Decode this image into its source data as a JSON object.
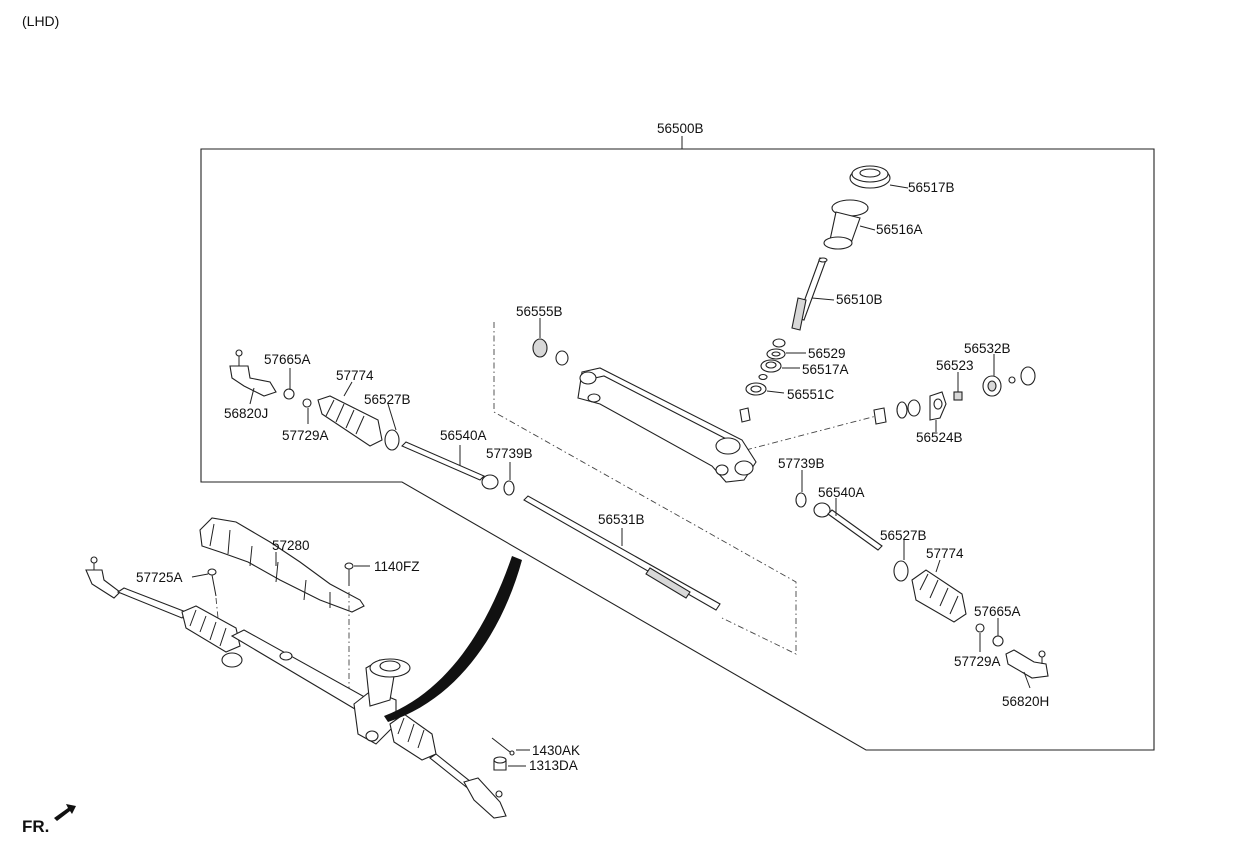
{
  "header": {
    "note": "(LHD)"
  },
  "footer": {
    "direction": "FR."
  },
  "labels": {
    "l56500B": "56500B",
    "l56517B": "56517B",
    "l56516A": "56516A",
    "l56510B": "56510B",
    "l56555B": "56555B",
    "l56529": "56529",
    "l56517A": "56517A",
    "l56551C": "56551C",
    "l56532B": "56532B",
    "l56523": "56523",
    "l56524B": "56524B",
    "l57665A_left": "57665A",
    "l57774_left": "57774",
    "l56527B_left": "56527B",
    "l56820J": "56820J",
    "l57729A_left": "57729A",
    "l56540A_left": "56540A",
    "l57739B_left": "57739B",
    "l56531B": "56531B",
    "l57739B_right": "57739B",
    "l56540A_right": "56540A",
    "l56527B_right": "56527B",
    "l57774_right": "57774",
    "l57665A_right": "57665A",
    "l57729A_right": "57729A",
    "l56820H": "56820H",
    "l57280": "57280",
    "l57725A": "57725A",
    "l1140FZ": "1140FZ",
    "l1430AK": "1430AK",
    "l1313DA": "1313DA"
  }
}
